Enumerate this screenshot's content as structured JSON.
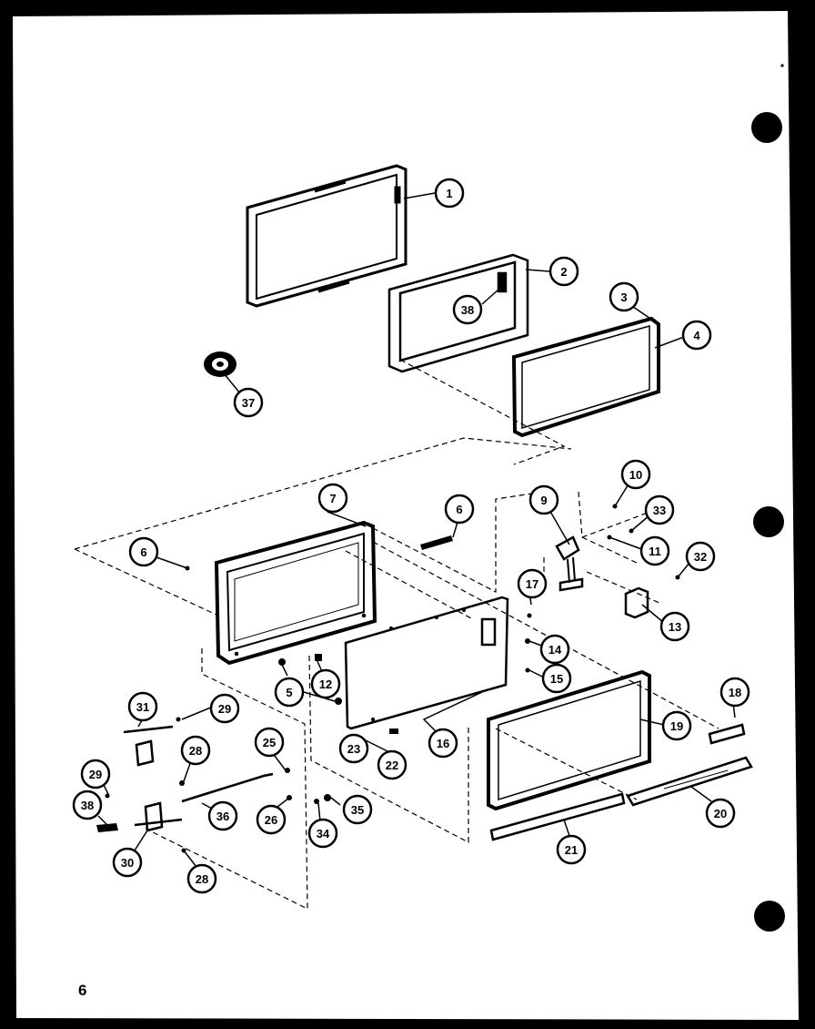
{
  "page_number": "6",
  "callouts": [
    {
      "id": "c1",
      "label": "1"
    },
    {
      "id": "c2",
      "label": "2"
    },
    {
      "id": "c3",
      "label": "3"
    },
    {
      "id": "c4",
      "label": "4"
    },
    {
      "id": "c5",
      "label": "5"
    },
    {
      "id": "c6a",
      "label": "6"
    },
    {
      "id": "c6b",
      "label": "6"
    },
    {
      "id": "c7",
      "label": "7"
    },
    {
      "id": "c9",
      "label": "9"
    },
    {
      "id": "c10",
      "label": "10"
    },
    {
      "id": "c11",
      "label": "11"
    },
    {
      "id": "c12",
      "label": "12"
    },
    {
      "id": "c13",
      "label": "13"
    },
    {
      "id": "c14",
      "label": "14"
    },
    {
      "id": "c15",
      "label": "15"
    },
    {
      "id": "c16",
      "label": "16"
    },
    {
      "id": "c17",
      "label": "17"
    },
    {
      "id": "c18",
      "label": "18"
    },
    {
      "id": "c19",
      "label": "19"
    },
    {
      "id": "c20",
      "label": "20"
    },
    {
      "id": "c21",
      "label": "21"
    },
    {
      "id": "c22",
      "label": "22"
    },
    {
      "id": "c23",
      "label": "23"
    },
    {
      "id": "c25",
      "label": "25"
    },
    {
      "id": "c26",
      "label": "26"
    },
    {
      "id": "c28a",
      "label": "28"
    },
    {
      "id": "c28b",
      "label": "28"
    },
    {
      "id": "c29a",
      "label": "29"
    },
    {
      "id": "c29b",
      "label": "29"
    },
    {
      "id": "c30",
      "label": "30"
    },
    {
      "id": "c31",
      "label": "31"
    },
    {
      "id": "c32",
      "label": "32"
    },
    {
      "id": "c33",
      "label": "33"
    },
    {
      "id": "c34",
      "label": "34"
    },
    {
      "id": "c35",
      "label": "35"
    },
    {
      "id": "c36",
      "label": "36"
    },
    {
      "id": "c37",
      "label": "37"
    },
    {
      "id": "c38a",
      "label": "38"
    },
    {
      "id": "c38b",
      "label": "38"
    }
  ]
}
